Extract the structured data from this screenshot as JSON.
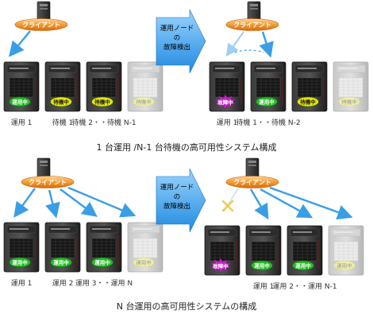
{
  "client_label": "クライアント",
  "status": {
    "running": "運用中",
    "standby": "待機中",
    "failure": "故障中"
  },
  "failure_detect_label": [
    "運用ノード",
    "の",
    "故障検出"
  ],
  "colors": {
    "running": "#22bb22",
    "standby": "#e6e600",
    "failure": "#cc22cc",
    "client_pill": "#f08a18",
    "arrow_blue": "#3a9ee6"
  },
  "diagram1": {
    "before_servers": [
      {
        "label": "運用 1",
        "status": "running",
        "faded": false
      },
      {
        "label": "待機 1",
        "status": "standby",
        "faded": false
      },
      {
        "label": "待機 2・・待機 N-1",
        "status": "standby",
        "faded": false
      },
      {
        "label": "",
        "status": "standby",
        "faded": true
      }
    ],
    "after_servers": [
      {
        "label": "運用 1",
        "status": "failure",
        "faded": false
      },
      {
        "label": "待機 1・・待機 N-2",
        "status": "running",
        "faded": false
      },
      {
        "label": "",
        "status": "standby",
        "faded": false
      },
      {
        "label": "",
        "status": "standby",
        "faded": true
      }
    ],
    "caption": "1 台運用 /N-1 台待機の高可用性システム構成"
  },
  "diagram2": {
    "before_servers": [
      {
        "label": "運用 1",
        "status": "running",
        "faded": false
      },
      {
        "label": "運用 2",
        "status": "running",
        "faded": false
      },
      {
        "label": "運用 3・・運用 N",
        "status": "running",
        "faded": false
      },
      {
        "label": "",
        "status": "running",
        "faded": true
      }
    ],
    "after_servers": [
      {
        "label": "",
        "status": "failure",
        "faded": false
      },
      {
        "label": "運用 1",
        "status": "running",
        "faded": false
      },
      {
        "label": "運用 2・・運用 N-1",
        "status": "running",
        "faded": false
      },
      {
        "label": "",
        "status": "running",
        "faded": true
      }
    ],
    "caption": "N 台運用の高可用性システムの構成"
  }
}
